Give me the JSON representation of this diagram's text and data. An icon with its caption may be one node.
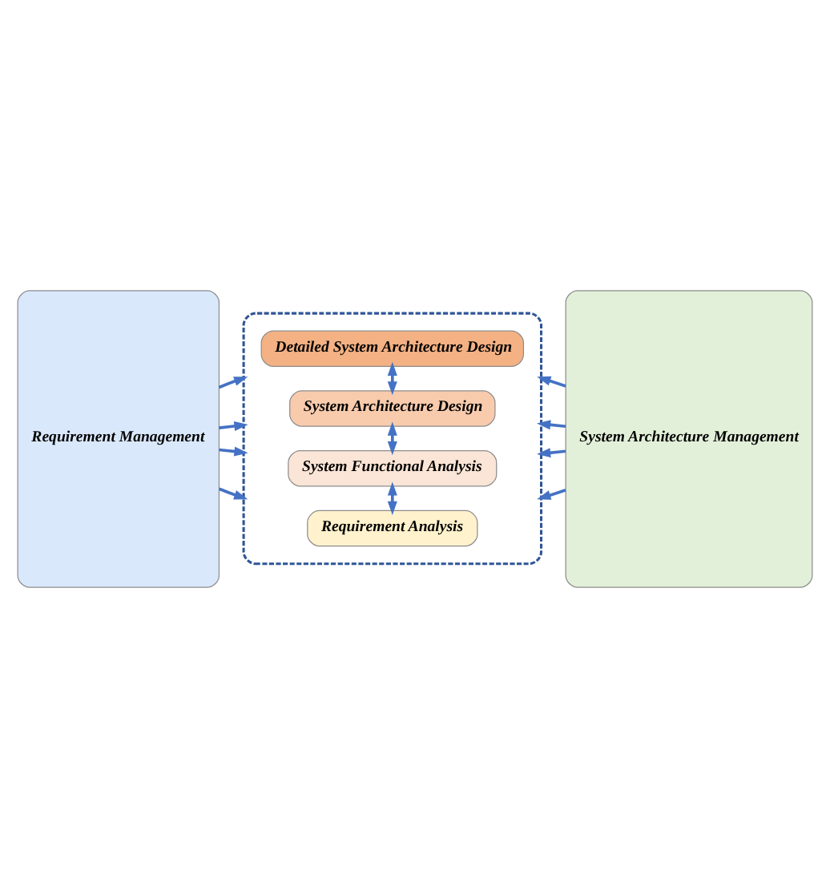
{
  "diagram": {
    "nodes": [
      {
        "text": [
          "Requirement Management"
        ]
      },
      {
        "text": [],
        "shape": "box"
      },
      {
        "text": [
          "Requirement Analysis"
        ],
        "in": 1
      },
      {
        "text": [
          "System Functional Analysis"
        ],
        "in": 1
      },
      {
        "text": [
          "System Architecture Design"
        ],
        "in": 1
      },
      {
        "text": [
          "Detailed System Architecture Design"
        ],
        "in": 1
      },
      {
        "text": [
          "System Architecture Management"
        ]
      }
    ],
    "edges": [
      {
        "from": 0,
        "to": 1,
        "arrow": "to"
      },
      {
        "from": 0,
        "to": 1,
        "arrow": "to"
      },
      {
        "from": 0,
        "to": 1,
        "arrow": "to"
      },
      {
        "from": 0,
        "to": 1,
        "arrow": "to"
      },
      {
        "from": 6,
        "to": 1,
        "arrow": "to"
      },
      {
        "from": 6,
        "to": 1,
        "arrow": "to"
      },
      {
        "from": 6,
        "to": 1,
        "arrow": "to"
      },
      {
        "from": 6,
        "to": 1,
        "arrow": "to"
      },
      {
        "from": 2,
        "to": 3,
        "arrow": "both"
      },
      {
        "from": 3,
        "to": 4,
        "arrow": "both"
      },
      {
        "from": 4,
        "to": 5,
        "arrow": "both"
      }
    ]
  }
}
